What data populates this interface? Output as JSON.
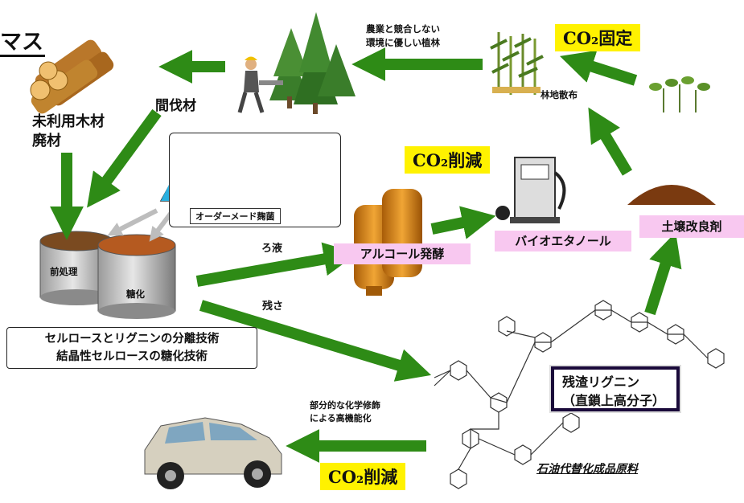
{
  "title": "マス",
  "labels": {
    "unused_wood": "未利用木材",
    "waste_wood": "廃材",
    "thinned_wood": "間伐材",
    "forestation_line1": "農業と競合しない",
    "forestation_line2": "環境に優しい植林",
    "forest_spread": "林地散布",
    "custom_fungus": "オーダーメード麹菌",
    "pretreatment": "前処理",
    "saccharification": "糖化",
    "filtrate": "ろ液",
    "residue": "残さ",
    "alcohol_fermentation": "アルコール発酵",
    "bioethanol": "バイオエタノール",
    "soil_improver": "土壌改良剤",
    "tech_line1": "セルロースとリグニンの分離技術",
    "tech_line2": "結晶性セルロースの糖化技術",
    "lignin_line1": "残渣リグニン",
    "lignin_line2": "（直鎖上高分子）",
    "modification_line1": "部分的な化学修飾",
    "modification_line2": "による高機能化",
    "petroleum_alt": "石油代替化成品原料"
  },
  "co2": {
    "fixation": "CO₂固定",
    "reduction_top": "CO₂削減",
    "reduction_bottom": "CO₂削減"
  },
  "colors": {
    "arrow_green": "#2e8b16",
    "co2_yellow": "#fff200",
    "pink_label": "#f8c8f0",
    "tank_orange": "#d98a1a"
  }
}
